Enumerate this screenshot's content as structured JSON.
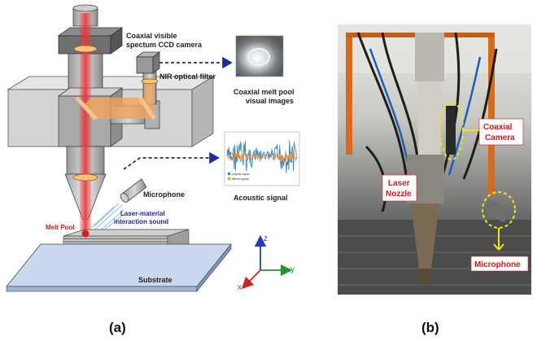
{
  "labels": {
    "camera_line1": "Coaxial visible",
    "camera_line2": "spectum CCD camera",
    "nir_filter": "NIR optical filter",
    "meltpool_images_line1": "Coaxial melt pool",
    "meltpool_images_line2": "visual images",
    "acoustic_signal": "Acoustic signal",
    "microphone": "Microphone",
    "sound_line1": "Laser-material",
    "sound_line2": "interaction sound",
    "melt_pool": "Melt Pool",
    "substrate": "Substrate",
    "axis_z": "z",
    "axis_y": "y",
    "axis_x": "x",
    "legend_line1": "original signal",
    "legend_line2": "filtered signal"
  },
  "photo_labels": {
    "camera_line1": "Coaxial",
    "camera_line2": "Camera",
    "nozzle_line1": "Laser",
    "nozzle_line2": "Nozzle",
    "microphone": "Microphone"
  },
  "panel_labels": {
    "left": "(a)",
    "right": "(b)"
  },
  "colors": {
    "laser": "#e8393a",
    "optics": "#f3a45a",
    "arrow": "#1a2a9c",
    "label_red": "#d4161c",
    "axis_z": "#1f3fbf",
    "axis_y": "#1a9a2a",
    "axis_x": "#cc2222"
  }
}
